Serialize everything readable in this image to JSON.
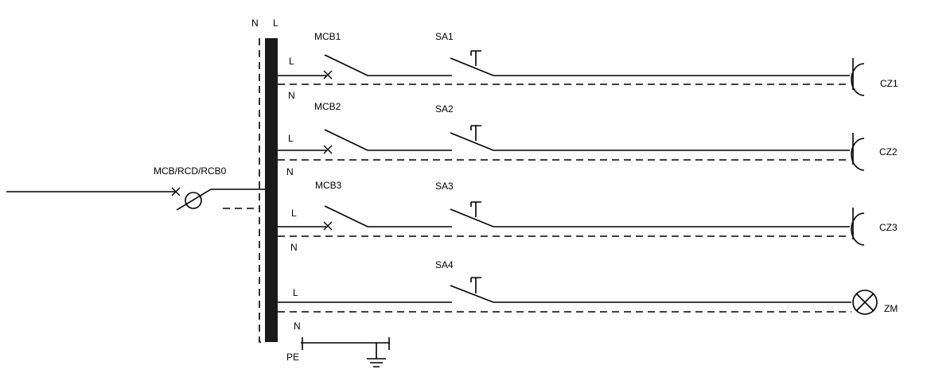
{
  "labels": {
    "busbar_n": "N",
    "busbar_l": "L",
    "main_breaker": "MCB/RCD/RCB0",
    "pe": "PE",
    "pe_n": "N"
  },
  "branches": [
    {
      "breaker": "MCB1",
      "switch": "SA1",
      "load": "CZ1",
      "line": "L",
      "neutral": "N",
      "load_type": "socket-icon"
    },
    {
      "breaker": "MCB2",
      "switch": "SA2",
      "load": "CZ2",
      "line": "L",
      "neutral": "N",
      "load_type": "socket-icon"
    },
    {
      "breaker": "MCB3",
      "switch": "SA3",
      "load": "CZ3",
      "line": "L",
      "neutral": "N",
      "load_type": "socket-icon"
    },
    {
      "breaker": "",
      "switch": "SA4",
      "load": "ZM",
      "line": "L",
      "neutral": "",
      "load_type": "lamp-icon"
    }
  ],
  "colors": {
    "ink": "#000000",
    "background": "#ffffff"
  }
}
